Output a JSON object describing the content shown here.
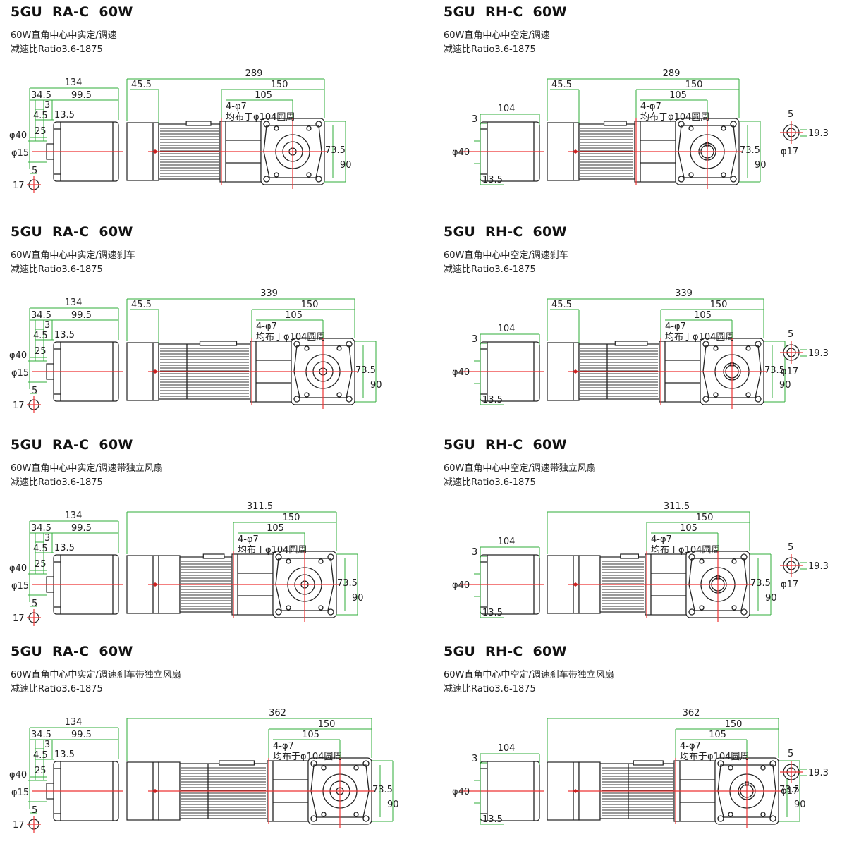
{
  "colors": {
    "dimension_line": "#2fae3a",
    "centerline": "#e33333",
    "outline": "#222222"
  },
  "panels": [
    {
      "id": "ra-std",
      "title": "5GU RA-C 60W",
      "desc": "60W直角中心中实定/调速",
      "ratio": "减速比Ratio3.6-1875",
      "type": "solid",
      "brake": false,
      "fan": false,
      "dims": {
        "total": "289",
        "flange_sq": "150",
        "hole_pcd": "105",
        "holes": "4-φ7",
        "hole_note": "均布于φ104圆周",
        "h1": "73.5",
        "h2": "90",
        "sq": "45.5",
        "motor_len": "134",
        "m_a": "34.5",
        "m_b": "99.5",
        "m_c": "3",
        "m_d": "4.5",
        "m_e": "13.5",
        "shaft_len": "25",
        "shaft_d": "φ40",
        "shaft_d2": "φ15",
        "key_w": "5",
        "key_h": "17"
      }
    },
    {
      "id": "rh-std",
      "title": "5GU RH-C 60W",
      "desc": "60W直角中心中空定/调速",
      "ratio": "减速比Ratio3.6-1875",
      "type": "hollow",
      "brake": false,
      "fan": false,
      "dims": {
        "total": "289",
        "flange_sq": "150",
        "hole_pcd": "105",
        "holes": "4-φ7",
        "hole_note": "均布于φ104圆周",
        "h1": "73.5",
        "h2": "90",
        "sq": "45.5",
        "motor_len": "104",
        "m_c": "3",
        "shaft_d": "φ40",
        "m_e": "13.5",
        "key_w": "5",
        "key_h": "19.3",
        "bore": "φ17"
      }
    },
    {
      "id": "ra-brake",
      "title": "5GU RA-C 60W",
      "desc": "60W直角中心中实定/调速刹车",
      "ratio": "减速比Ratio3.6-1875",
      "type": "solid",
      "brake": true,
      "fan": false,
      "dims": {
        "total": "339",
        "flange_sq": "150",
        "hole_pcd": "105",
        "holes": "4-φ7",
        "hole_note": "均布于φ104圆周",
        "h1": "73.5",
        "h2": "90",
        "sq": "45.5",
        "motor_len": "134",
        "m_a": "34.5",
        "m_b": "99.5",
        "m_c": "3",
        "m_d": "4.5",
        "m_e": "13.5",
        "shaft_len": "25",
        "shaft_d": "φ40",
        "shaft_d2": "φ15",
        "key_w": "5",
        "key_h": "17"
      }
    },
    {
      "id": "rh-brake",
      "title": "5GU RH-C 60W",
      "desc": "60W直角中心中空定/调速刹车",
      "ratio": "减速比Ratio3.6-1875",
      "type": "hollow",
      "brake": true,
      "fan": false,
      "dims": {
        "total": "339",
        "flange_sq": "150",
        "hole_pcd": "105",
        "holes": "4-φ7",
        "hole_note": "均布于φ104圆周",
        "h1": "73.5",
        "h2": "90",
        "sq": "45.5",
        "motor_len": "104",
        "m_c": "3",
        "shaft_d": "φ40",
        "m_e": "13.5",
        "key_w": "5",
        "key_h": "19.3",
        "bore": "φ17"
      }
    },
    {
      "id": "ra-fan",
      "title": "5GU RA-C 60W",
      "desc": "60W直角中心中实定/调速带独立风扇",
      "ratio": "减速比Ratio3.6-1875",
      "type": "solid",
      "brake": false,
      "fan": true,
      "dims": {
        "total": "311.5",
        "flange_sq": "150",
        "hole_pcd": "105",
        "holes": "4-φ7",
        "hole_note": "均布于φ104圆周",
        "h1": "73.5",
        "h2": "90",
        "motor_len": "134",
        "m_a": "34.5",
        "m_b": "99.5",
        "m_c": "3",
        "m_d": "4.5",
        "m_e": "13.5",
        "shaft_len": "25",
        "shaft_d": "φ40",
        "shaft_d2": "φ15",
        "key_w": "5",
        "key_h": "17"
      }
    },
    {
      "id": "rh-fan",
      "title": "5GU RH-C 60W",
      "desc": "60W直角中心中空定/调速带独立风扇",
      "ratio": "减速比Ratio3.6-1875",
      "type": "hollow",
      "brake": false,
      "fan": true,
      "dims": {
        "total": "311.5",
        "flange_sq": "150",
        "hole_pcd": "105",
        "holes": "4-φ7",
        "hole_note": "均布于φ104圆周",
        "h1": "73.5",
        "h2": "90",
        "motor_len": "104",
        "m_c": "3",
        "shaft_d": "φ40",
        "m_e": "13.5",
        "key_w": "5",
        "key_h": "19.3",
        "bore": "φ17"
      }
    },
    {
      "id": "ra-brake-fan",
      "title": "5GU RA-C 60W",
      "desc": "60W直角中心中实定/调速刹车带独立风扇",
      "ratio": "减速比Ratio3.6-1875",
      "type": "solid",
      "brake": true,
      "fan": true,
      "dims": {
        "total": "362",
        "flange_sq": "150",
        "hole_pcd": "105",
        "holes": "4-φ7",
        "hole_note": "均布于φ104圆周",
        "h1": "73.5",
        "h2": "90",
        "motor_len": "134",
        "m_a": "34.5",
        "m_b": "99.5",
        "m_c": "3",
        "m_d": "4.5",
        "m_e": "13.5",
        "shaft_len": "25",
        "shaft_d": "φ40",
        "shaft_d2": "φ15",
        "key_w": "5",
        "key_h": "17"
      }
    },
    {
      "id": "rh-brake-fan",
      "title": "5GU RH-C 60W",
      "desc": "60W直角中心中空定/调速刹车带独立风扇",
      "ratio": "减速比Ratio3.6-1875",
      "type": "hollow",
      "brake": true,
      "fan": true,
      "dims": {
        "total": "362",
        "flange_sq": "150",
        "hole_pcd": "105",
        "holes": "4-φ7",
        "hole_note": "均布于φ104圆周",
        "h1": "73.5",
        "h2": "90",
        "motor_len": "104",
        "m_c": "3",
        "shaft_d": "φ40",
        "m_e": "13.5",
        "key_w": "5",
        "key_h": "19.3",
        "bore": "φ17"
      }
    }
  ]
}
